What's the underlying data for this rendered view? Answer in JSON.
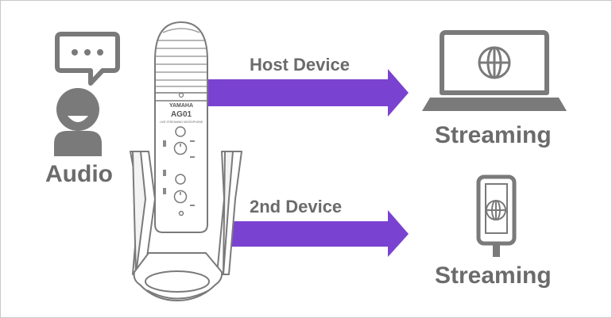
{
  "labels": {
    "audio": "Audio",
    "host_device": "Host Device",
    "second_device": "2nd Device",
    "streaming_top": "Streaming",
    "streaming_bottom": "Streaming"
  },
  "microphone": {
    "brand": "YAMAHA",
    "model": "AG01",
    "subtitle": "LIVE STREAMING MICROPHONE"
  },
  "icons": [
    "speech-bubble-icon",
    "person-icon",
    "microphone-device",
    "laptop-icon",
    "smartphone-icon",
    "globe-icon"
  ],
  "colors": {
    "arrow": "#7a42d1",
    "icon_gray": "#7a7a7a",
    "label_gray": "#6b6b6b"
  }
}
